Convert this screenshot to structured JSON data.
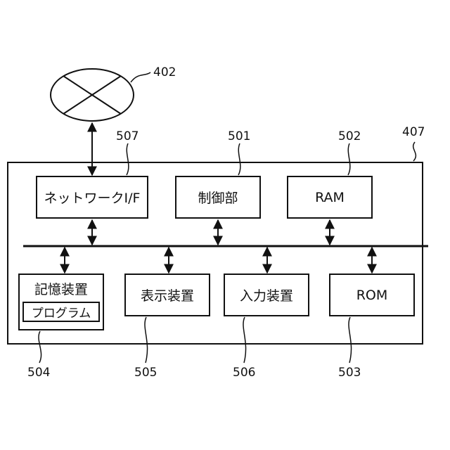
{
  "figure": {
    "refs": {
      "network": "402",
      "apparatus": "407",
      "network_if": "507",
      "control": "501",
      "ram": "502",
      "rom": "503",
      "storage": "504",
      "display": "505",
      "input": "506"
    },
    "labels": {
      "network_if": "ネットワークI/F",
      "control": "制御部",
      "ram": "RAM",
      "storage": "記憶装置",
      "program": "プログラム",
      "display": "表示装置",
      "input": "入力装置",
      "rom": "ROM"
    }
  }
}
